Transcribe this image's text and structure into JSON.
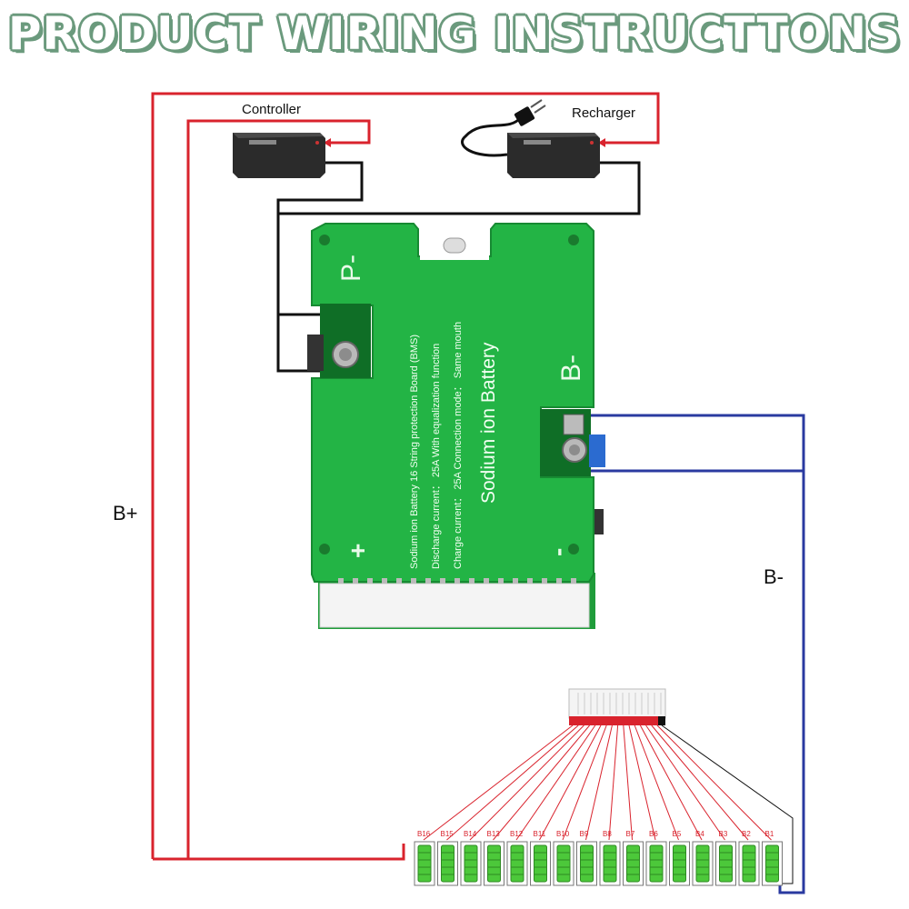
{
  "title": "PRODUCT WIRING INSTRUCTTONS",
  "devices": {
    "controller_label": "Controller",
    "recharger_label": "Recharger"
  },
  "wire_labels": {
    "b_plus": "B+",
    "b_minus": "B-"
  },
  "board": {
    "p_minus": "P-",
    "b_minus": "B-",
    "plus": "+",
    "minus": "-",
    "line1": "Sodium ion Battery 16 String protection Board  (BMS)",
    "line2": "Discharge current： 25A With equalization function",
    "line3": "Charge current： 25A    Connection mode： Same mouth",
    "big_text": "Sodium ion Battery"
  },
  "cells": [
    "B16",
    "B15",
    "B14",
    "B13",
    "B12",
    "B11",
    "B10",
    "B9",
    "B8",
    "B7",
    "B6",
    "B5",
    "B4",
    "B3",
    "B2",
    "B1"
  ],
  "colors": {
    "title_green": "#6b9a7d",
    "board_green": "#22b543",
    "wire_red": "#d9232d",
    "wire_black": "#111111",
    "wire_blue": "#2a3aa0",
    "cell_green": "#4cc83a"
  }
}
